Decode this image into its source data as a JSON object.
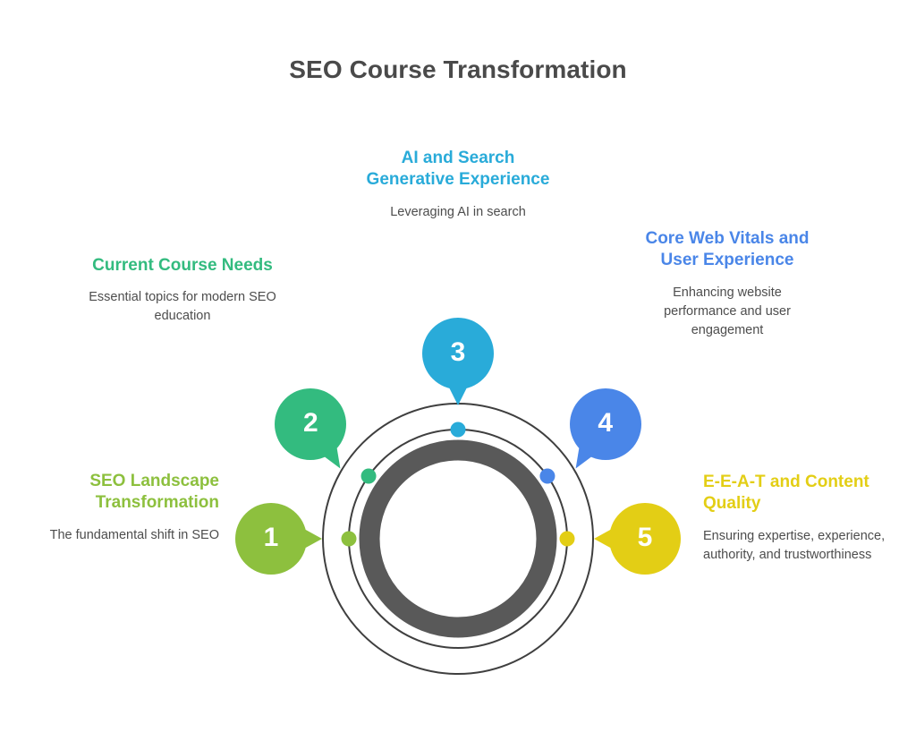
{
  "header": {
    "title": "SEO Course Transformation"
  },
  "diagram": {
    "type": "circular-process",
    "center_ring_color": "#595959",
    "orbit_line_color": "#3f3f3f",
    "background": "#ffffff",
    "steps": [
      {
        "number": "1",
        "title": "SEO Landscape Transformation",
        "description": "The fundamental shift in SEO",
        "color": "#8DC03E",
        "dot_angle_deg": 180,
        "bubble_tail": "right",
        "text_align": "right",
        "text_side": "left"
      },
      {
        "number": "2",
        "title": "Current Course Needs",
        "description": "Essential topics for modern SEO education",
        "color": "#33BB7F",
        "dot_angle_deg": 215,
        "bubble_tail": "bottom-right",
        "text_align": "center",
        "text_side": "left"
      },
      {
        "number": "3",
        "title": "AI and Search Generative Experience",
        "description": "Leveraging AI in search",
        "color": "#29ABD9",
        "dot_angle_deg": 270,
        "bubble_tail": "bottom",
        "text_align": "center",
        "text_side": "top"
      },
      {
        "number": "4",
        "title": "Core Web Vitals and User Experience",
        "description": "Enhancing website performance and user engagement",
        "color": "#4A86E8",
        "dot_angle_deg": 325,
        "bubble_tail": "bottom-left",
        "text_align": "center",
        "text_side": "right"
      },
      {
        "number": "5",
        "title": "E-E-A-T and Content Quality",
        "description": "Ensuring expertise, experience, authority, and trustworthiness",
        "color": "#E3CE15",
        "dot_angle_deg": 0,
        "bubble_tail": "left",
        "text_align": "left",
        "text_side": "right"
      }
    ]
  }
}
